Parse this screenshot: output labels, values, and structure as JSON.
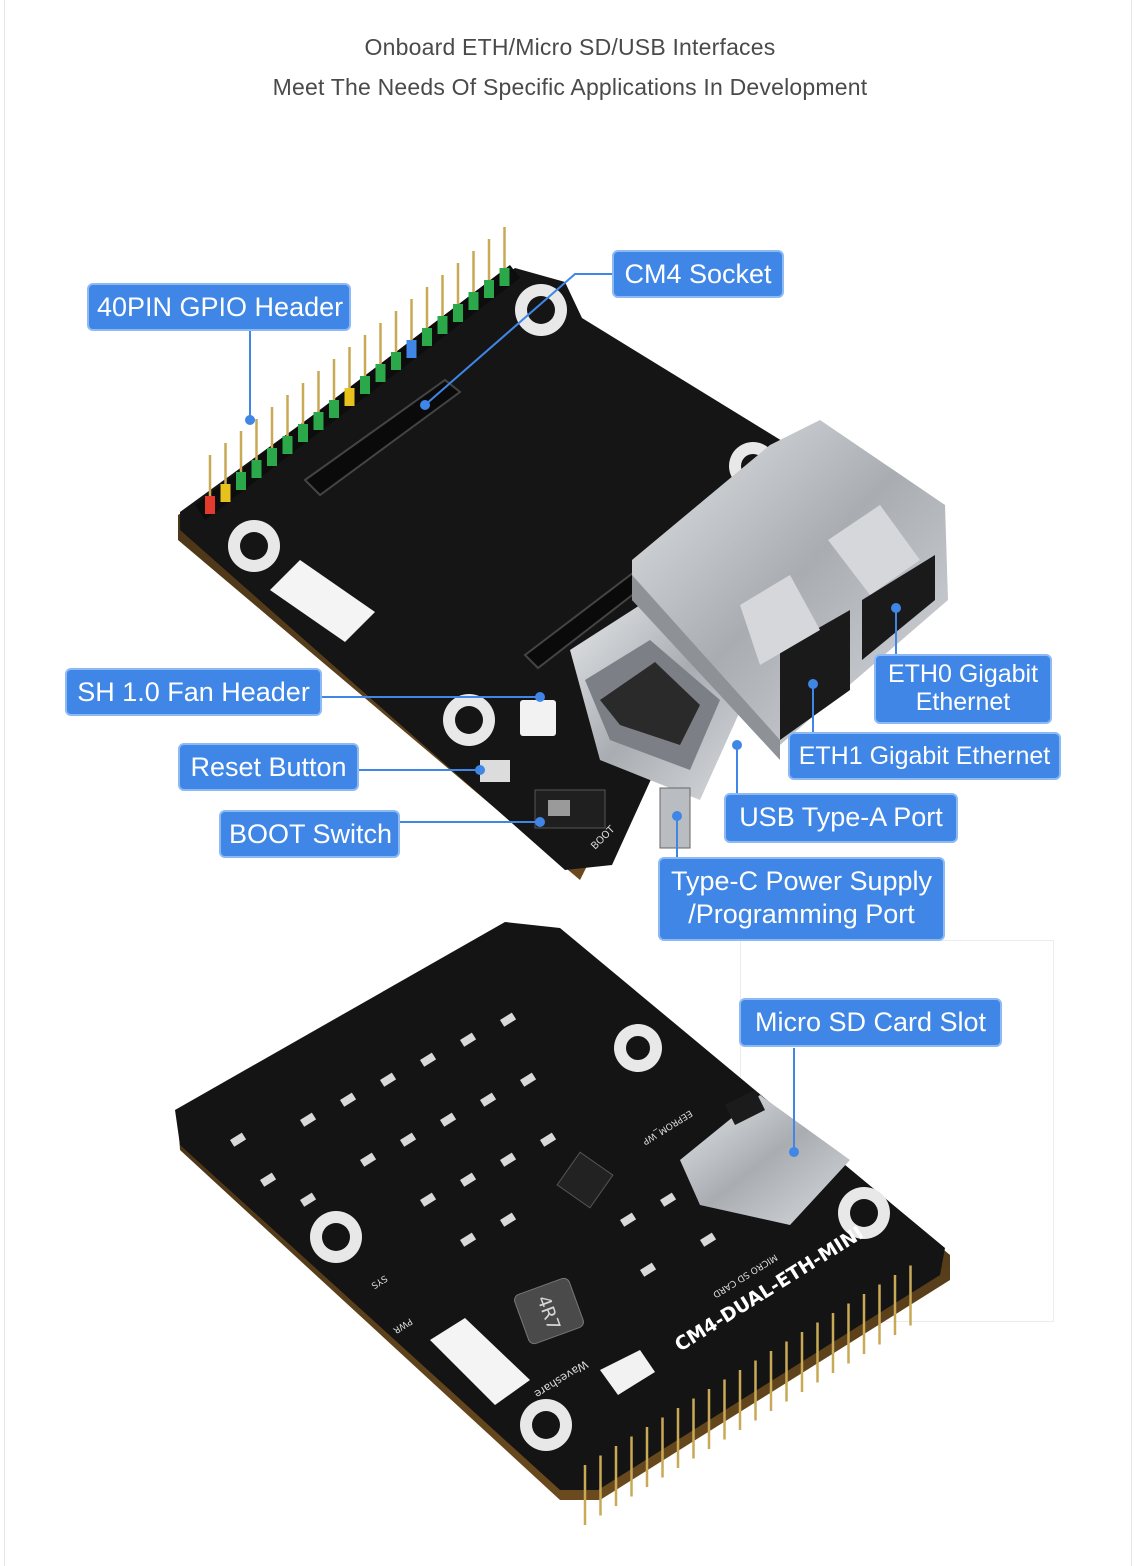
{
  "heading": {
    "line1": "Onboard ETH/Micro SD/USB Interfaces",
    "line2": "Meet The Needs Of Specific Applications In Development"
  },
  "top_board": {
    "labels": {
      "gpio": "40PIN GPIO Header",
      "cm4": "CM4 Socket",
      "fan": "SH 1.0 Fan Header",
      "reset": "Reset Button",
      "boot": "BOOT Switch",
      "eth0": "ETH0 Gigabit Ethernet",
      "eth1": "ETH1 Gigabit Ethernet",
      "usb": "USB Type-A Port",
      "typec": "Type-C Power Supply /Programming Port"
    },
    "silkscreen": {
      "boot_text": "BOOT"
    }
  },
  "bottom_board": {
    "labels": {
      "sd": "Micro SD Card Slot"
    },
    "silkscreen": {
      "model": "CM4-DUAL-ETH-MINI",
      "sd_text": "MICRO SD CARD",
      "brand": "Waveshare",
      "inductor": "4R7",
      "eeprom": "EEPROM_WP",
      "pwr": "PWR",
      "sys": "SYS"
    }
  },
  "colors": {
    "callout_bg": "#3f86e6",
    "callout_border": "#8dbaf5",
    "pcb": "#151515",
    "metal": "#c9cbce",
    "heading_text": "#4a4a4a"
  }
}
